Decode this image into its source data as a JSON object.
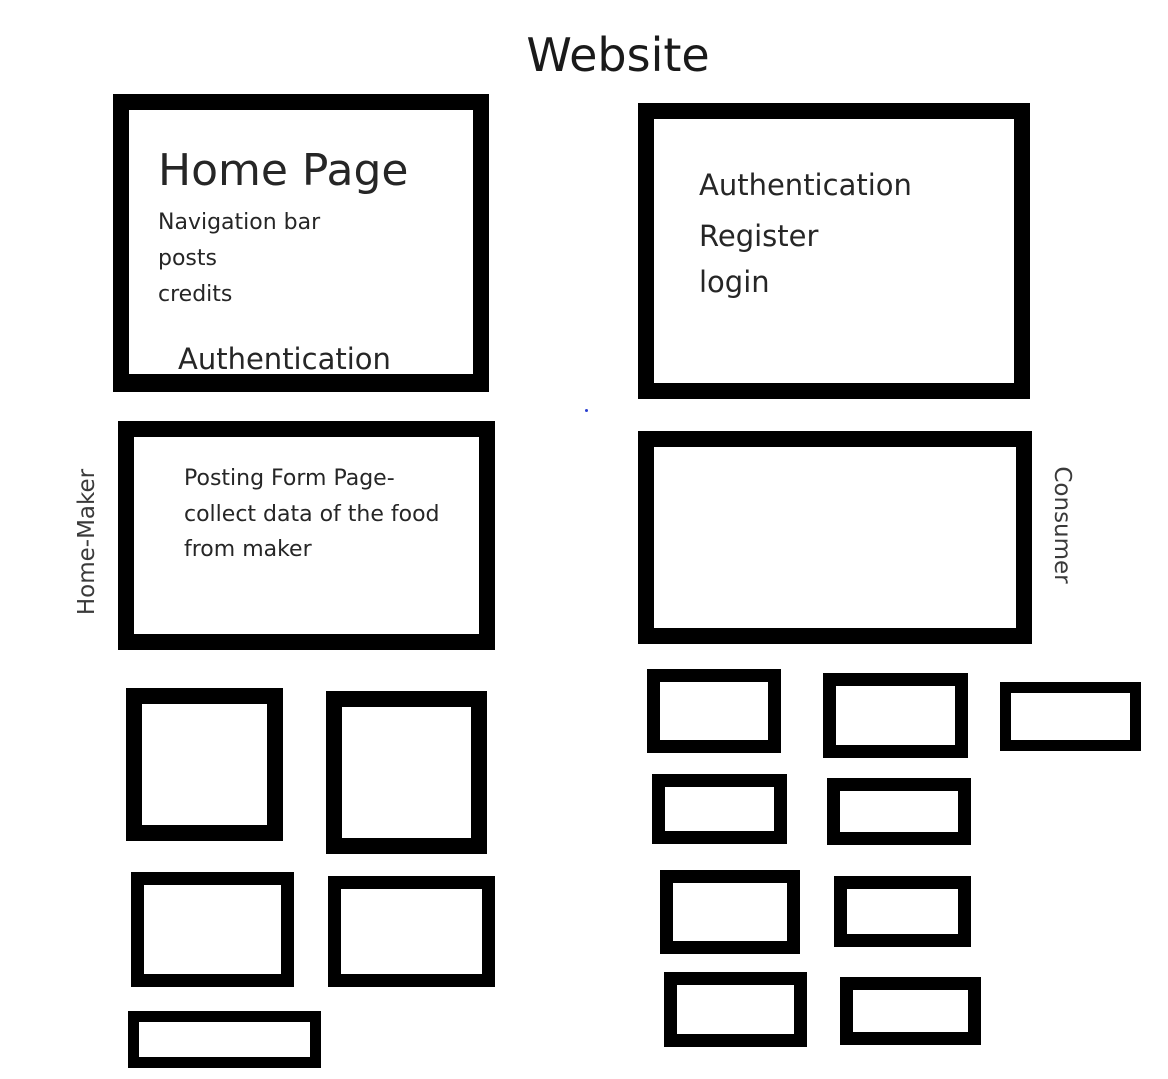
{
  "title": "Website",
  "home_page": {
    "heading": "Home Page",
    "items": [
      "Navigation bar",
      "posts",
      "credits"
    ],
    "footer": "Authentication"
  },
  "auth_page": {
    "items": [
      "Authentication",
      "Register",
      "login"
    ]
  },
  "posting_form": {
    "lines": [
      "Posting Form Page-",
      "collect data of the food",
      "from maker"
    ]
  },
  "labels": {
    "left": "Home-Maker",
    "right": "Consumer"
  },
  "colors": {
    "border": "#000000",
    "text": "#262626",
    "dot": "#2a3fd0"
  }
}
